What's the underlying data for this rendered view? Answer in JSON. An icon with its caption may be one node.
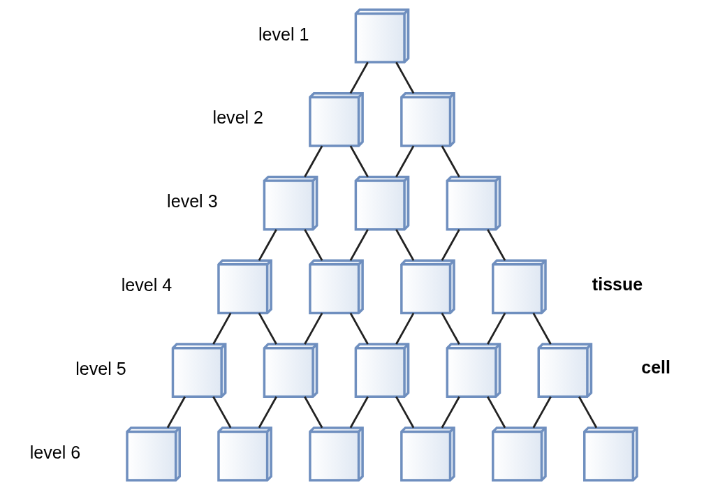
{
  "diagram": {
    "nodes": [
      {
        "text": [],
        "shape": "box"
      },
      {
        "text": [],
        "shape": "box"
      },
      {
        "text": [],
        "shape": "box"
      },
      {
        "text": [],
        "shape": "box"
      },
      {
        "text": [],
        "shape": "box"
      },
      {
        "text": [],
        "shape": "box"
      },
      {
        "text": [],
        "shape": "box"
      },
      {
        "text": [],
        "shape": "box"
      },
      {
        "text": [],
        "shape": "box"
      },
      {
        "text": [],
        "shape": "box"
      },
      {
        "text": [],
        "shape": "box"
      },
      {
        "text": [],
        "shape": "box"
      },
      {
        "text": [],
        "shape": "box"
      },
      {
        "text": [],
        "shape": "box"
      },
      {
        "text": [],
        "shape": "box"
      },
      {
        "text": [],
        "shape": "box"
      },
      {
        "text": [],
        "shape": "box"
      },
      {
        "text": [],
        "shape": "box"
      },
      {
        "text": [],
        "shape": "box"
      },
      {
        "text": [],
        "shape": "box"
      },
      {
        "text": [],
        "shape": "box"
      }
    ],
    "edges": [
      {
        "from": 0,
        "to": 1,
        "arrow": "none"
      },
      {
        "from": 0,
        "to": 2,
        "arrow": "none"
      },
      {
        "from": 1,
        "to": 3,
        "arrow": "none"
      },
      {
        "from": 1,
        "to": 4,
        "arrow": "none"
      },
      {
        "from": 2,
        "to": 4,
        "arrow": "none"
      },
      {
        "from": 2,
        "to": 5,
        "arrow": "none"
      },
      {
        "from": 3,
        "to": 6,
        "arrow": "none"
      },
      {
        "from": 3,
        "to": 7,
        "arrow": "none"
      },
      {
        "from": 4,
        "to": 7,
        "arrow": "none"
      },
      {
        "from": 4,
        "to": 8,
        "arrow": "none"
      },
      {
        "from": 5,
        "to": 8,
        "arrow": "none"
      },
      {
        "from": 5,
        "to": 9,
        "arrow": "none"
      },
      {
        "from": 6,
        "to": 10,
        "arrow": "none"
      },
      {
        "from": 6,
        "to": 11,
        "arrow": "none"
      },
      {
        "from": 7,
        "to": 11,
        "arrow": "none"
      },
      {
        "from": 7,
        "to": 12,
        "arrow": "none"
      },
      {
        "from": 8,
        "to": 12,
        "arrow": "none"
      },
      {
        "from": 8,
        "to": 13,
        "arrow": "none"
      },
      {
        "from": 9,
        "to": 13,
        "arrow": "none"
      },
      {
        "from": 9,
        "to": 14,
        "arrow": "none"
      },
      {
        "from": 10,
        "to": 15,
        "arrow": "none"
      },
      {
        "from": 10,
        "to": 16,
        "arrow": "none"
      },
      {
        "from": 11,
        "to": 16,
        "arrow": "none"
      },
      {
        "from": 11,
        "to": 17,
        "arrow": "none"
      },
      {
        "from": 12,
        "to": 17,
        "arrow": "none"
      },
      {
        "from": 12,
        "to": 18,
        "arrow": "none"
      },
      {
        "from": 13,
        "to": 18,
        "arrow": "none"
      },
      {
        "from": 13,
        "to": 19,
        "arrow": "none"
      },
      {
        "from": 14,
        "to": 19,
        "arrow": "none"
      },
      {
        "from": 14,
        "to": 20,
        "arrow": "none"
      }
    ],
    "labels": [
      "level 1",
      "level 2",
      "level 3",
      "level 4",
      "level 5",
      "level 6",
      "tissue",
      "cell"
    ]
  }
}
